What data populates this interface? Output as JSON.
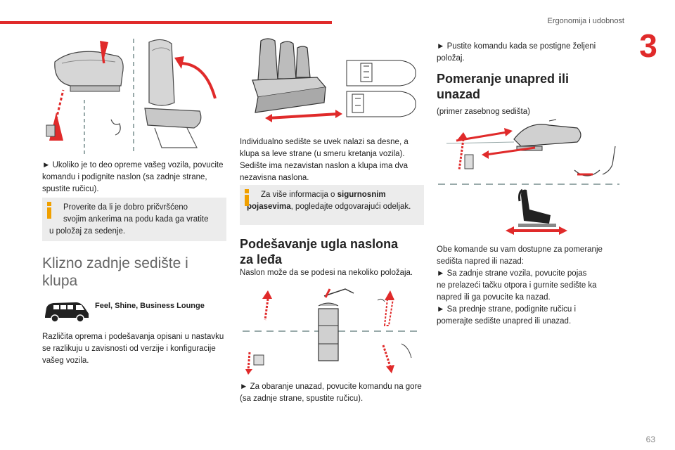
{
  "header": {
    "section_title": "Ergonomija i udobnost",
    "chapter_number": "3"
  },
  "footer": {
    "page_number": "63"
  },
  "col1": {
    "para1": "► Ukoliko je to deo opreme vašeg vozila, povucite komandu i podignite naslon (sa zadnje strane, spustite ručicu).",
    "info1_line1": "Proverite da li je dobro pričvršćeno",
    "info1_line2": "svojim ankerima na podu kada ga vratite",
    "info1_line3": "u položaj za sedenje.",
    "heading_line1": "Klizno zadnje sedište i",
    "heading_line2": "klupa",
    "versions": "Feel, Shine, Business Lounge",
    "para2": "Različita oprema i podešavanja opisani u nastavku se razlikuju u zavisnosti od verzije i konfiguracije vašeg vozila."
  },
  "col2": {
    "para1": "Individualno sedište se uvek nalazi sa desne, a klupa sa leve strane (u smeru kretanja vozila). Sedište ima nezavistan naslon a klupa ima dva nezavisna naslona.",
    "info_prefix": "Za više informacija o ",
    "info_bold": "sigurnosnim pojasevima",
    "info_suffix": ", pogledajte odgovarajući odeljak.",
    "heading_line1": "Podešavanje ugla naslona",
    "heading_line2": "za leđa",
    "para2": "Naslon može da se podesi na nekoliko položaja.",
    "para3": "► Za obaranje unazad, povucite komandu na gore (sa zadnje strane, spustite ručicu)."
  },
  "col3": {
    "para1": "► Pustite komandu kada se postigne željeni položaj.",
    "heading_line1": "Pomeranje unapred ili",
    "heading_line2": "unazad",
    "example": "(primer zasebnog sedišta)",
    "para2_l1": "Obe komande su vam dostupne za pomeranje",
    "para2_l2": "sedišta napred ili nazad:",
    "para2_l3": "► Sa zadnje strane vozila, povucite pojas",
    "para2_l4": "ne prelazeći tačku otpora i gurnite sedište ka",
    "para2_l5": "napred ili ga povucite ka nazad.",
    "para2_l6": "► Sa prednje strane, podignite ručicu i",
    "para2_l7": "pomerajte sedište unapred ili unazad."
  },
  "colors": {
    "accent": "#e02a2a",
    "info_box": "#ececec",
    "info_icon": "#f0a000"
  }
}
